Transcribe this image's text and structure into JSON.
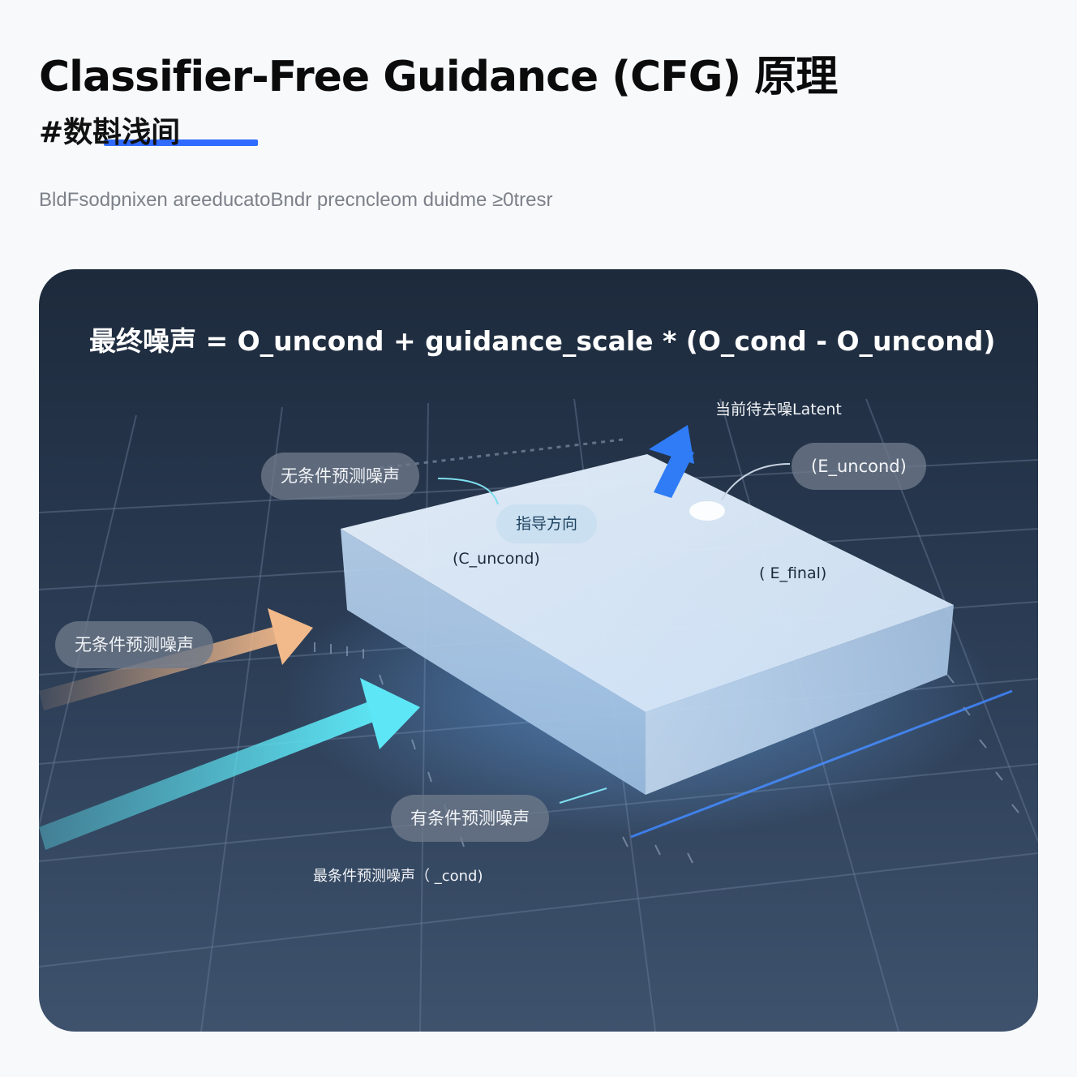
{
  "header": {
    "title": "Classifier-Free Guidance (CFG) 原理",
    "tag": "#数斟浅间",
    "description": "BldFsodpnixen areeducatoBndr precncleom duidme ≥0tresr"
  },
  "diagram": {
    "formula": "最终噪声 = Ο_uncond + guidance_scale * (Ο_cond - Ο_uncond)",
    "labels": {
      "current_latent": "当前待去噪Latent",
      "pill_top_left": "无条件预测噪声",
      "pill_top_right": "(E_uncond)",
      "guide_direction": "指导方向",
      "on_block_uncond": "(C_uncond)",
      "on_block_final": "( E_final)",
      "pill_left": "无条件预测噪声",
      "pill_bottom": "有条件预测噪声",
      "bottom_caption": "最条件预测噪声（  _cond)"
    },
    "colors": {
      "panel": "#2a3b53",
      "block": "#dbeafb",
      "arrow_orange": "#f2b98a",
      "arrow_cyan": "#5de6f5",
      "arrow_blue": "#2f7cf6",
      "tag_underline": "#2f6bff"
    }
  }
}
